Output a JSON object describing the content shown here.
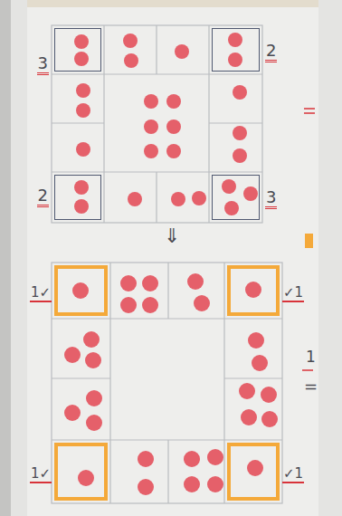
{
  "diagram": {
    "nodes": [
      {
        "text": [
          "3"
        ]
      },
      {
        "text": [
          "2"
        ]
      },
      {
        "text": [
          "2"
        ]
      },
      {
        "text": [
          "3"
        ]
      },
      {
        "text": [
          "1✓"
        ]
      },
      {
        "text": [
          "✓1"
        ]
      },
      {
        "text": [
          "1✓"
        ]
      },
      {
        "text": [
          "✓1"
        ]
      }
    ],
    "labels": [
      "⇓",
      "1",
      "="
    ]
  }
}
